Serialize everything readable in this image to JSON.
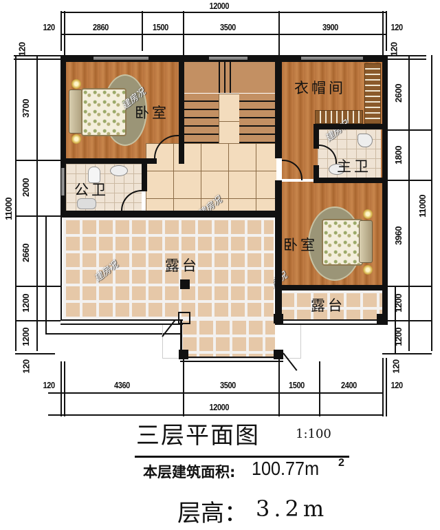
{
  "drawing": {
    "title": "三层平面图",
    "scale": "1:100",
    "area_label": "本层建筑面积:",
    "area_value": "100.77m",
    "area_unit_sup": "2",
    "floor_height_label": "层高：",
    "floor_height_value": "3.2m"
  },
  "dimensions": {
    "top": {
      "total": "12000",
      "left_offset": "120",
      "right_offset": "120",
      "segments": [
        "2860",
        "1500",
        "3500",
        "3900"
      ]
    },
    "bottom": {
      "total": "12000",
      "left_offset": "120",
      "right_offset": "120",
      "segments": [
        "4360",
        "3500",
        "1500",
        "2400"
      ]
    },
    "left": {
      "total": "11000",
      "top_offset": "120",
      "bottom_offset": "120",
      "segments": [
        "3700",
        "2000",
        "2660",
        "1200",
        "1200"
      ]
    },
    "right": {
      "total": "11000",
      "top_offset": "120",
      "bottom_offset": "120",
      "segments": [
        "2600",
        "1800",
        "3960",
        "1200",
        "1200"
      ]
    }
  },
  "rooms": {
    "bedroom_nw": "卧室",
    "public_bath": "公卫",
    "walk_in_closet": "衣帽间",
    "master_bath": "主卫",
    "bedroom_e": "卧室",
    "terrace_main": "露台",
    "terrace_east": "露台"
  },
  "watermark": "建房况",
  "colors": {
    "wall": "#111111",
    "wood_floor": "#b8743e",
    "cream_tile": "#f3dcbd",
    "terrace_tile": "#e6c8a8",
    "grout": "#f3f1ef"
  }
}
